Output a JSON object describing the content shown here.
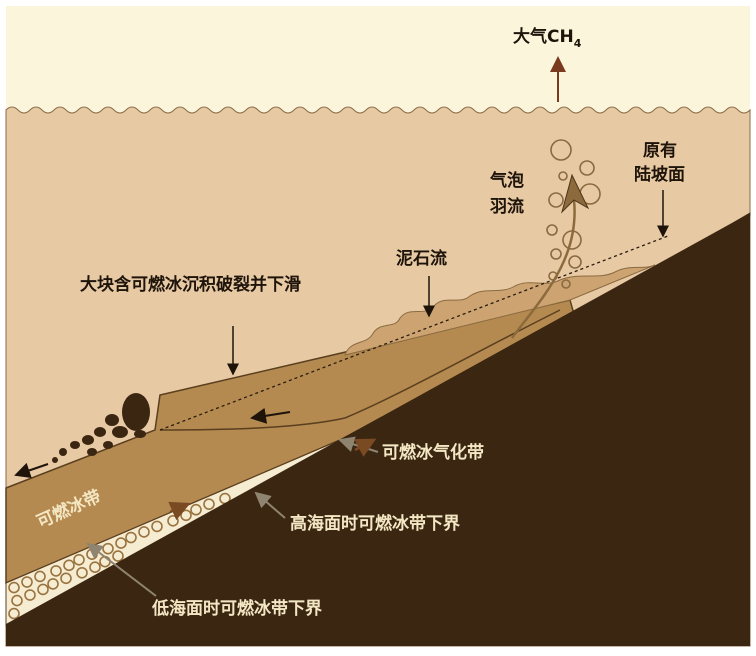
{
  "labels": {
    "atmosphere_ch4": "大气CH",
    "atmosphere_ch4_sub": "4",
    "original_slope_line1": "原有",
    "original_slope_line2": "陆坡面",
    "bubble_plume_line1": "气泡",
    "bubble_plume_line2": "羽流",
    "debris_flow": "泥石流",
    "slide_block": "大块含可燃冰沉积破裂并下滑",
    "hydrate_zone": "可燃冰带",
    "dissociation_zone": "可燃冰气化带",
    "high_sealevel_boundary": "高海面时可燃冰带下界",
    "low_sealevel_boundary": "低海面时可燃冰带下界"
  },
  "colors": {
    "air": "#fbf5dc",
    "seawater": "#e7c9a4",
    "bedrock": "#3b2612",
    "hydrate_zone": "#b58a50",
    "dissociation_zone": "#f6ecd2",
    "debris": "#cda471",
    "methane_arrow": "#7a3a1e",
    "plume": "#8c6a3c"
  }
}
